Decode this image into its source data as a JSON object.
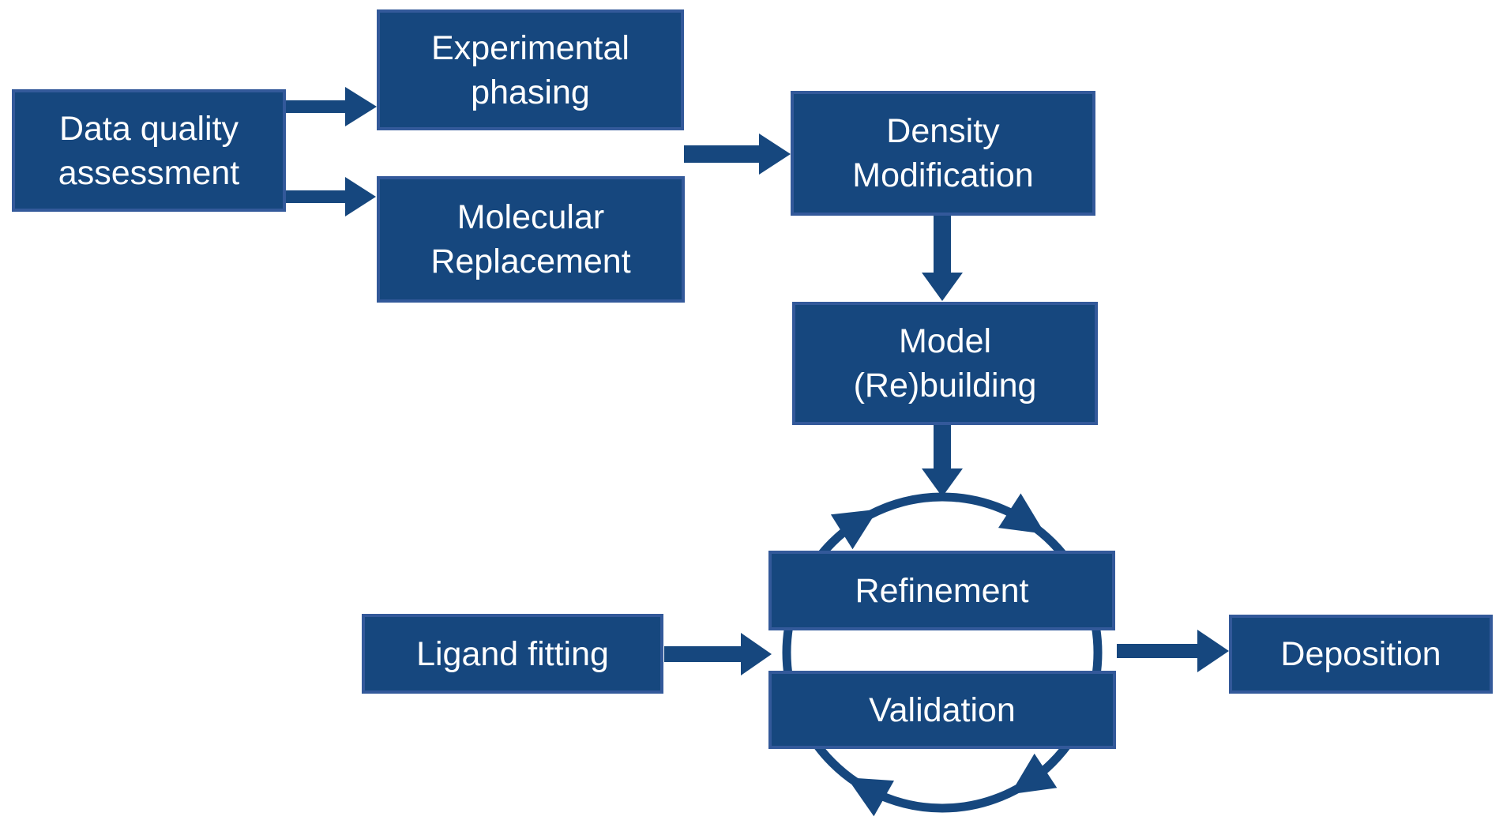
{
  "diagram": {
    "description": "Crystallographic structure solution workflow flowchart",
    "colors": {
      "background": "#FFFFFF",
      "box_fill": "#16477E",
      "box_border": "#33599A",
      "arrow": "#16477E",
      "text": "#FFFFFF"
    },
    "nodes": {
      "data_quality": {
        "line1": "Data quality",
        "line2": "assessment"
      },
      "experimental_phasing": {
        "line1": "Experimental",
        "line2": "phasing"
      },
      "molecular_replacement": {
        "line1": "Molecular",
        "line2": "Replacement"
      },
      "density_modification": {
        "line1": "Density",
        "line2": "Modification"
      },
      "model_rebuilding": {
        "line1": "Model",
        "line2": "(Re)building"
      },
      "refinement": {
        "label": "Refinement"
      },
      "validation": {
        "label": "Validation"
      },
      "ligand_fitting": {
        "label": "Ligand fitting"
      },
      "deposition": {
        "label": "Deposition"
      }
    },
    "edges": [
      {
        "from": "Data quality assessment",
        "to": "Experimental phasing",
        "type": "straight-arrow"
      },
      {
        "from": "Data quality assessment",
        "to": "Molecular Replacement",
        "type": "straight-arrow"
      },
      {
        "from": "Experimental phasing + Molecular Replacement",
        "to": "Density Modification",
        "type": "straight-arrow"
      },
      {
        "from": "Density Modification",
        "to": "Model (Re)building",
        "type": "straight-arrow"
      },
      {
        "from": "Model (Re)building",
        "to": "Refinement/Validation cycle",
        "type": "straight-arrow"
      },
      {
        "from": "Ligand fitting",
        "to": "Refinement/Validation cycle",
        "type": "straight-arrow"
      },
      {
        "from": "Refinement/Validation cycle",
        "to": "Deposition",
        "type": "straight-arrow"
      },
      {
        "from": "Refinement",
        "to": "Validation",
        "type": "circular-cycle-clockwise",
        "arrowheads": 4
      }
    ]
  }
}
